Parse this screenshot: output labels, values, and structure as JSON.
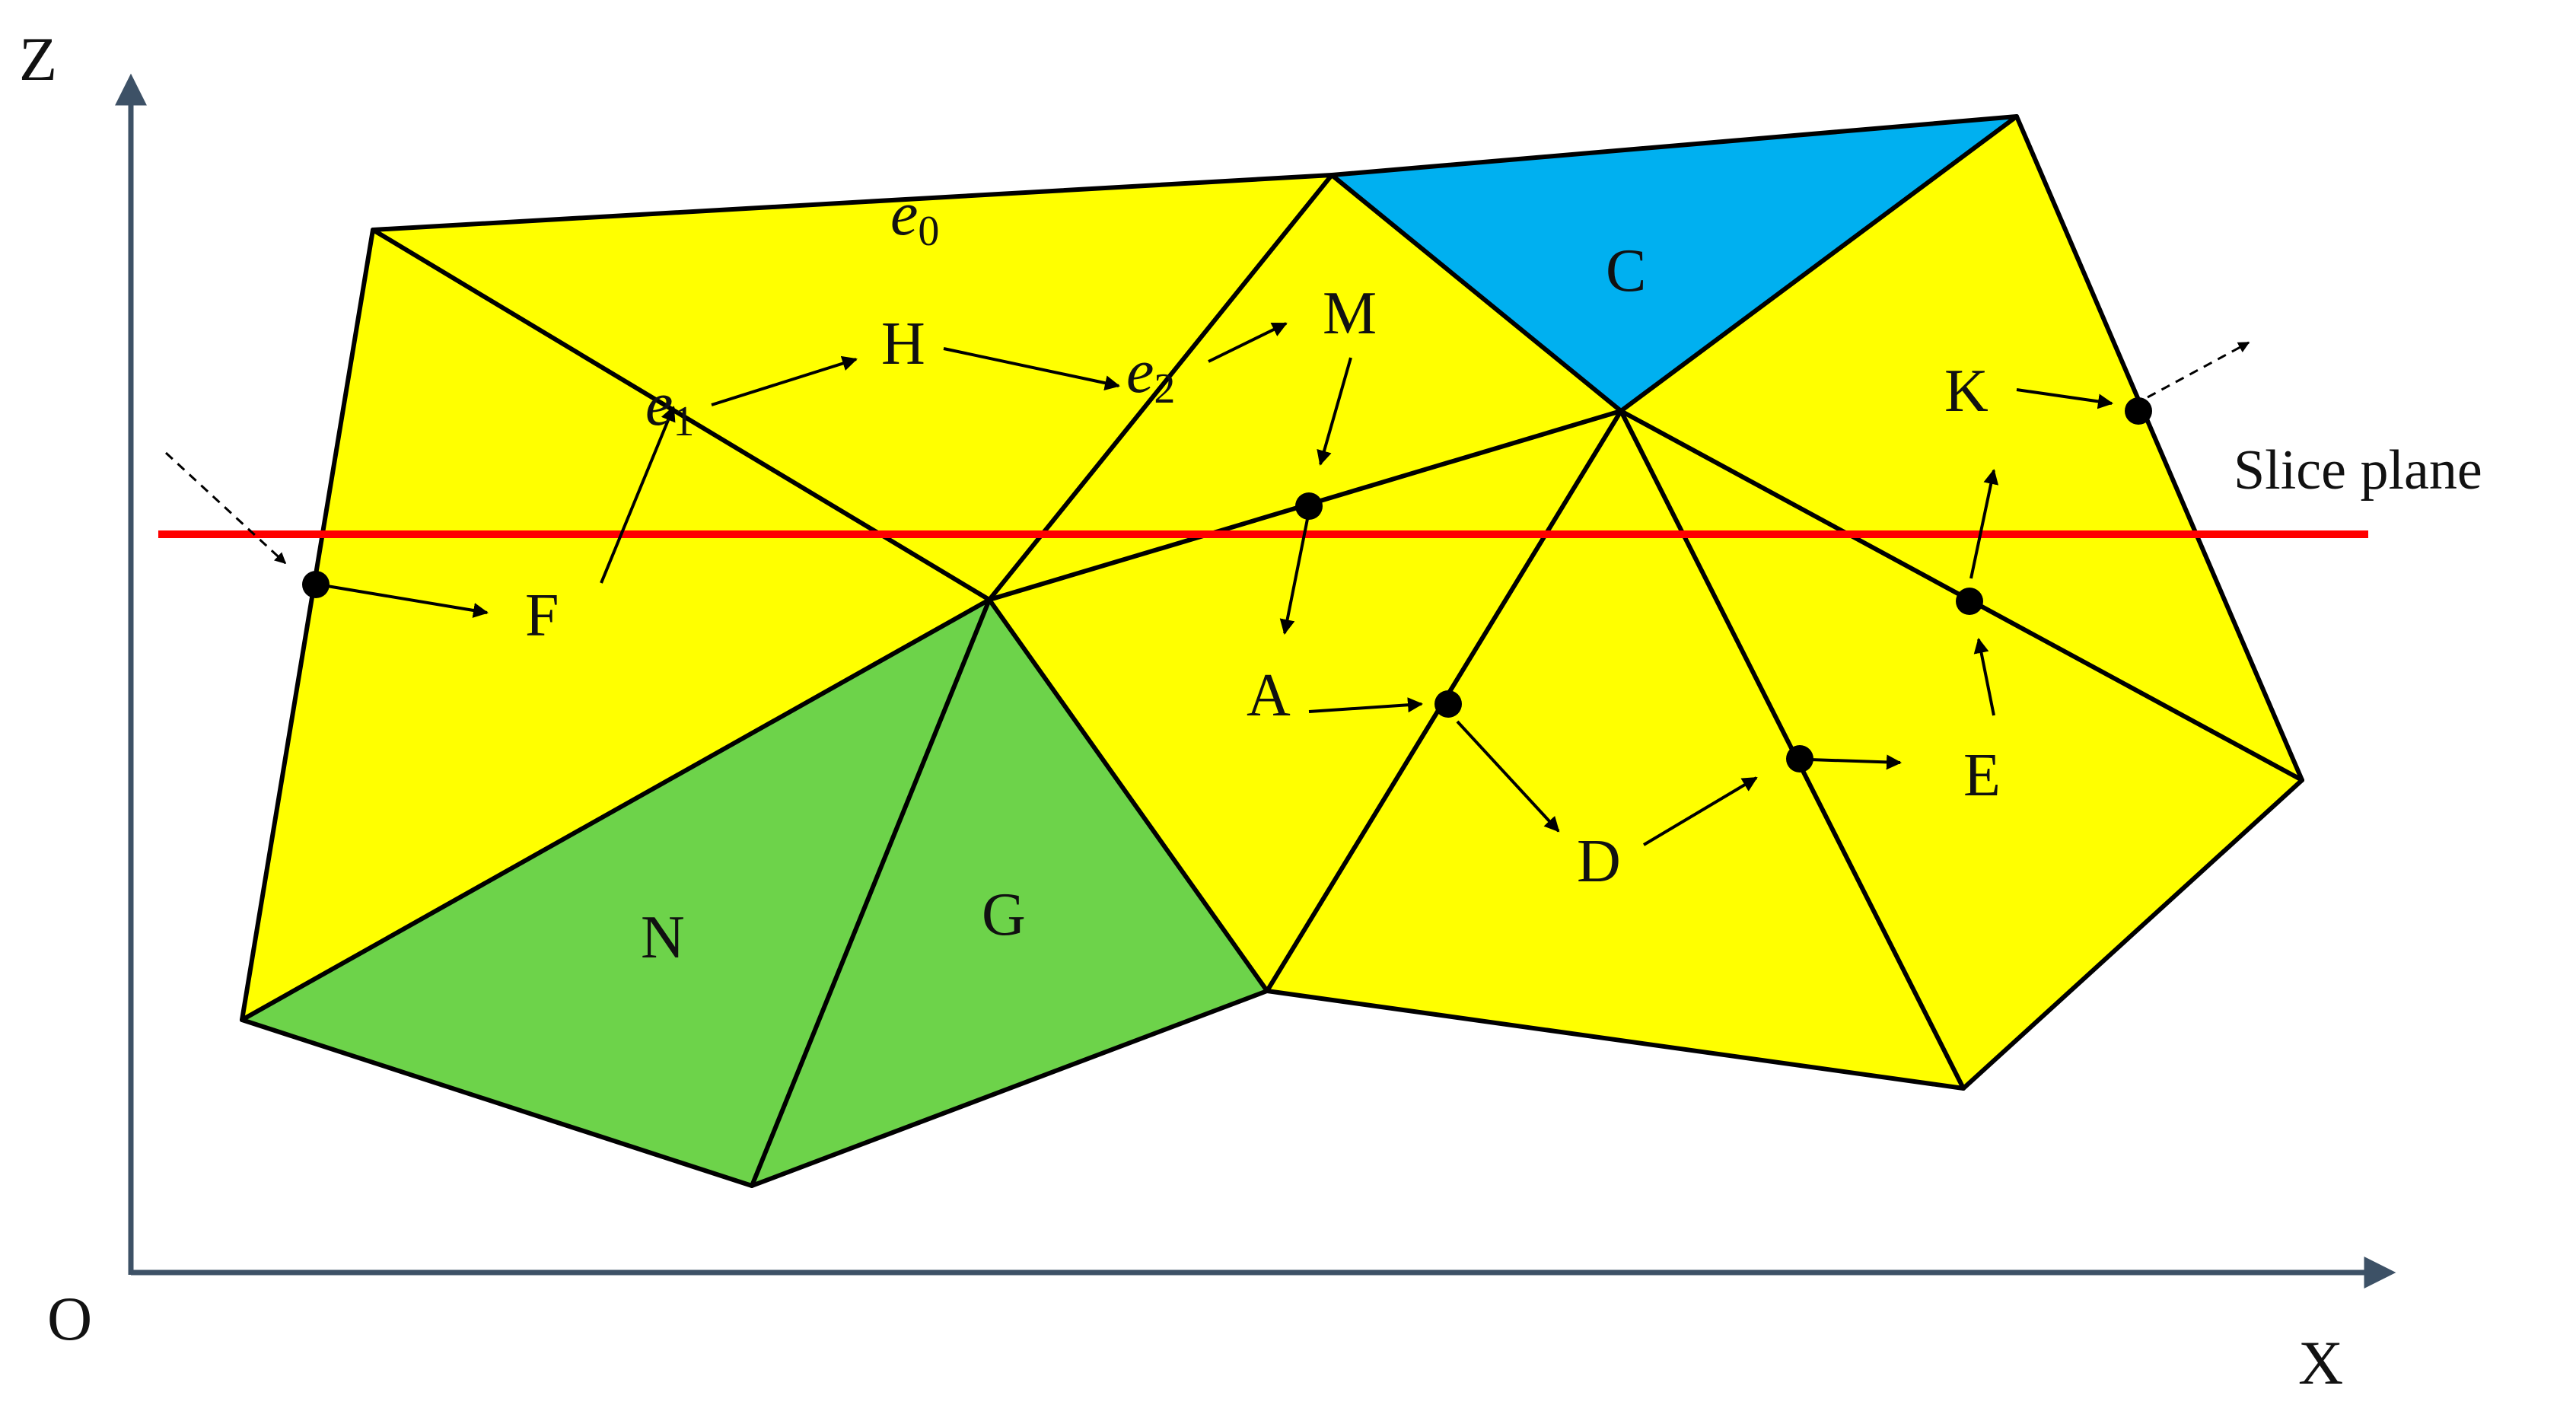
{
  "axes": {
    "z_label": "Z",
    "x_label": "X",
    "origin_label": "O",
    "color": "#3d5166"
  },
  "slice_plane": {
    "label": "Slice plane",
    "color": "#ff0000"
  },
  "colors": {
    "yellow_triangle": "#ffff00",
    "green_triangle": "#6dd34a",
    "blue_triangle": "#00b0f0",
    "edge": "#000000"
  },
  "triangle_labels": {
    "C": "C",
    "N": "N",
    "G": "G"
  },
  "path_labels": {
    "F": "F",
    "H": "H",
    "M": "M",
    "A": "A",
    "D": "D",
    "E": "E",
    "K": "K"
  },
  "edge_labels": {
    "e0": {
      "base": "e",
      "sub": "0"
    },
    "e1": {
      "base": "e",
      "sub": "1"
    },
    "e2": {
      "base": "e",
      "sub": "2"
    }
  }
}
